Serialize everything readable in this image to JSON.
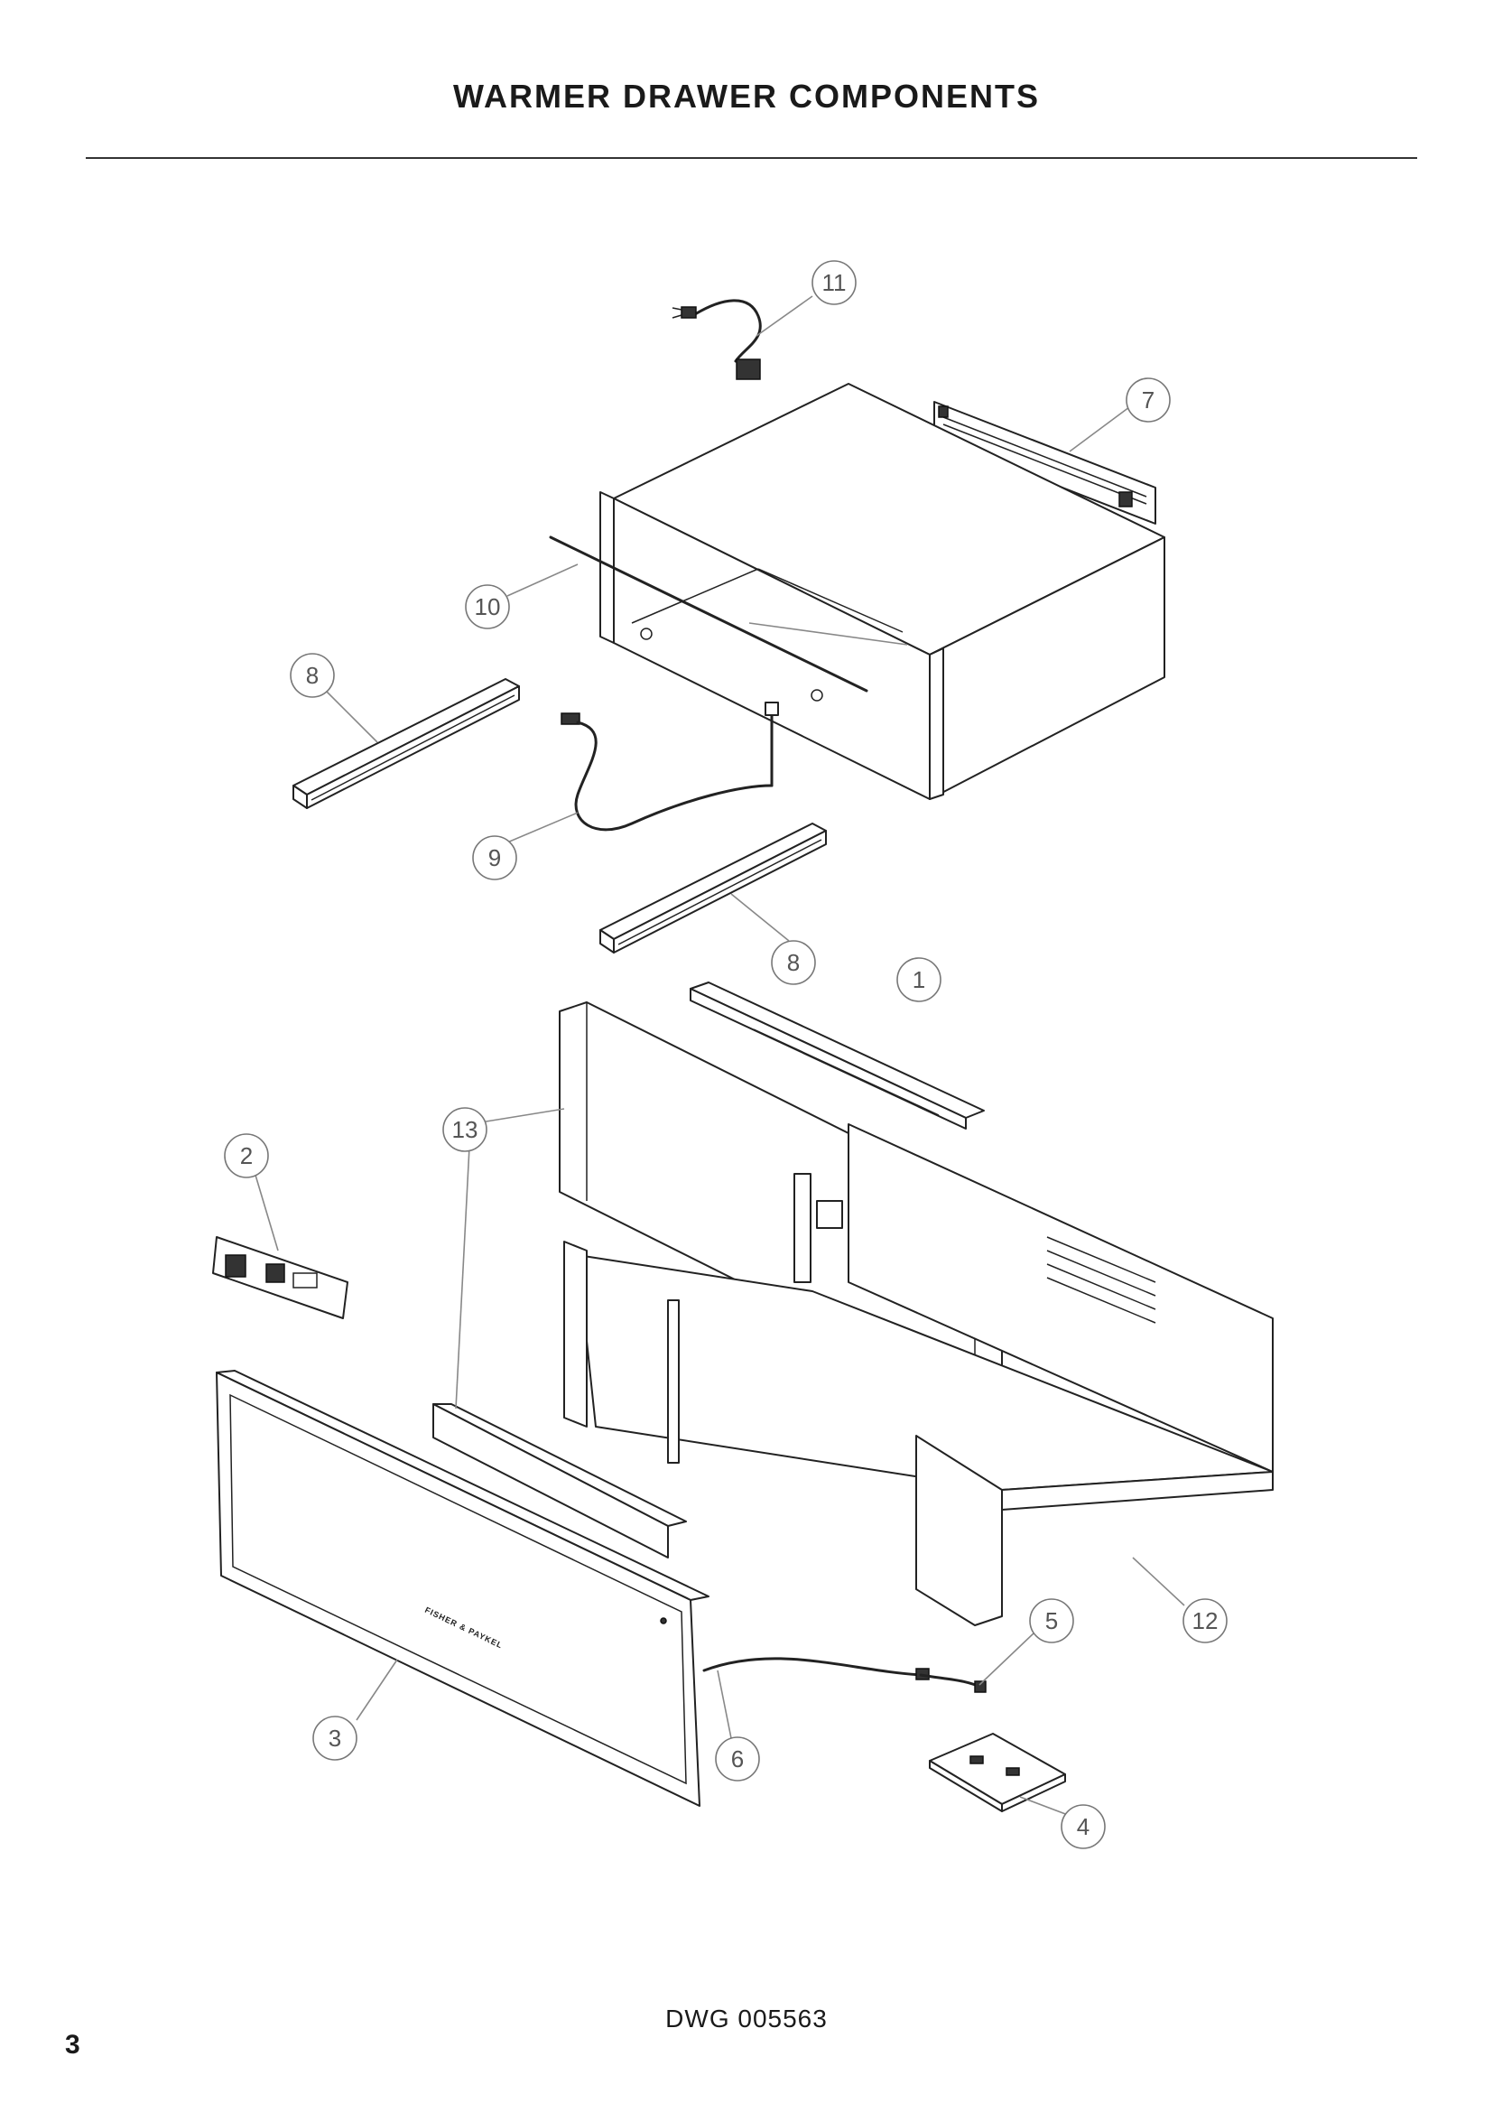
{
  "page": {
    "title": "WARMER DRAWER COMPONENTS",
    "drawing_number": "DWG 005563",
    "page_number": "3",
    "brand_mark": "FISHER & PAYKEL"
  },
  "callouts": [
    {
      "id": "c1",
      "label": "1"
    },
    {
      "id": "c2",
      "label": "2"
    },
    {
      "id": "c3",
      "label": "3"
    },
    {
      "id": "c4",
      "label": "4"
    },
    {
      "id": "c5",
      "label": "5"
    },
    {
      "id": "c6",
      "label": "6"
    },
    {
      "id": "c7",
      "label": "7"
    },
    {
      "id": "c8a",
      "label": "8"
    },
    {
      "id": "c8b",
      "label": "8"
    },
    {
      "id": "c9",
      "label": "9"
    },
    {
      "id": "c10",
      "label": "10"
    },
    {
      "id": "c11",
      "label": "11"
    },
    {
      "id": "c12",
      "label": "12"
    },
    {
      "id": "c13",
      "label": "13"
    }
  ]
}
